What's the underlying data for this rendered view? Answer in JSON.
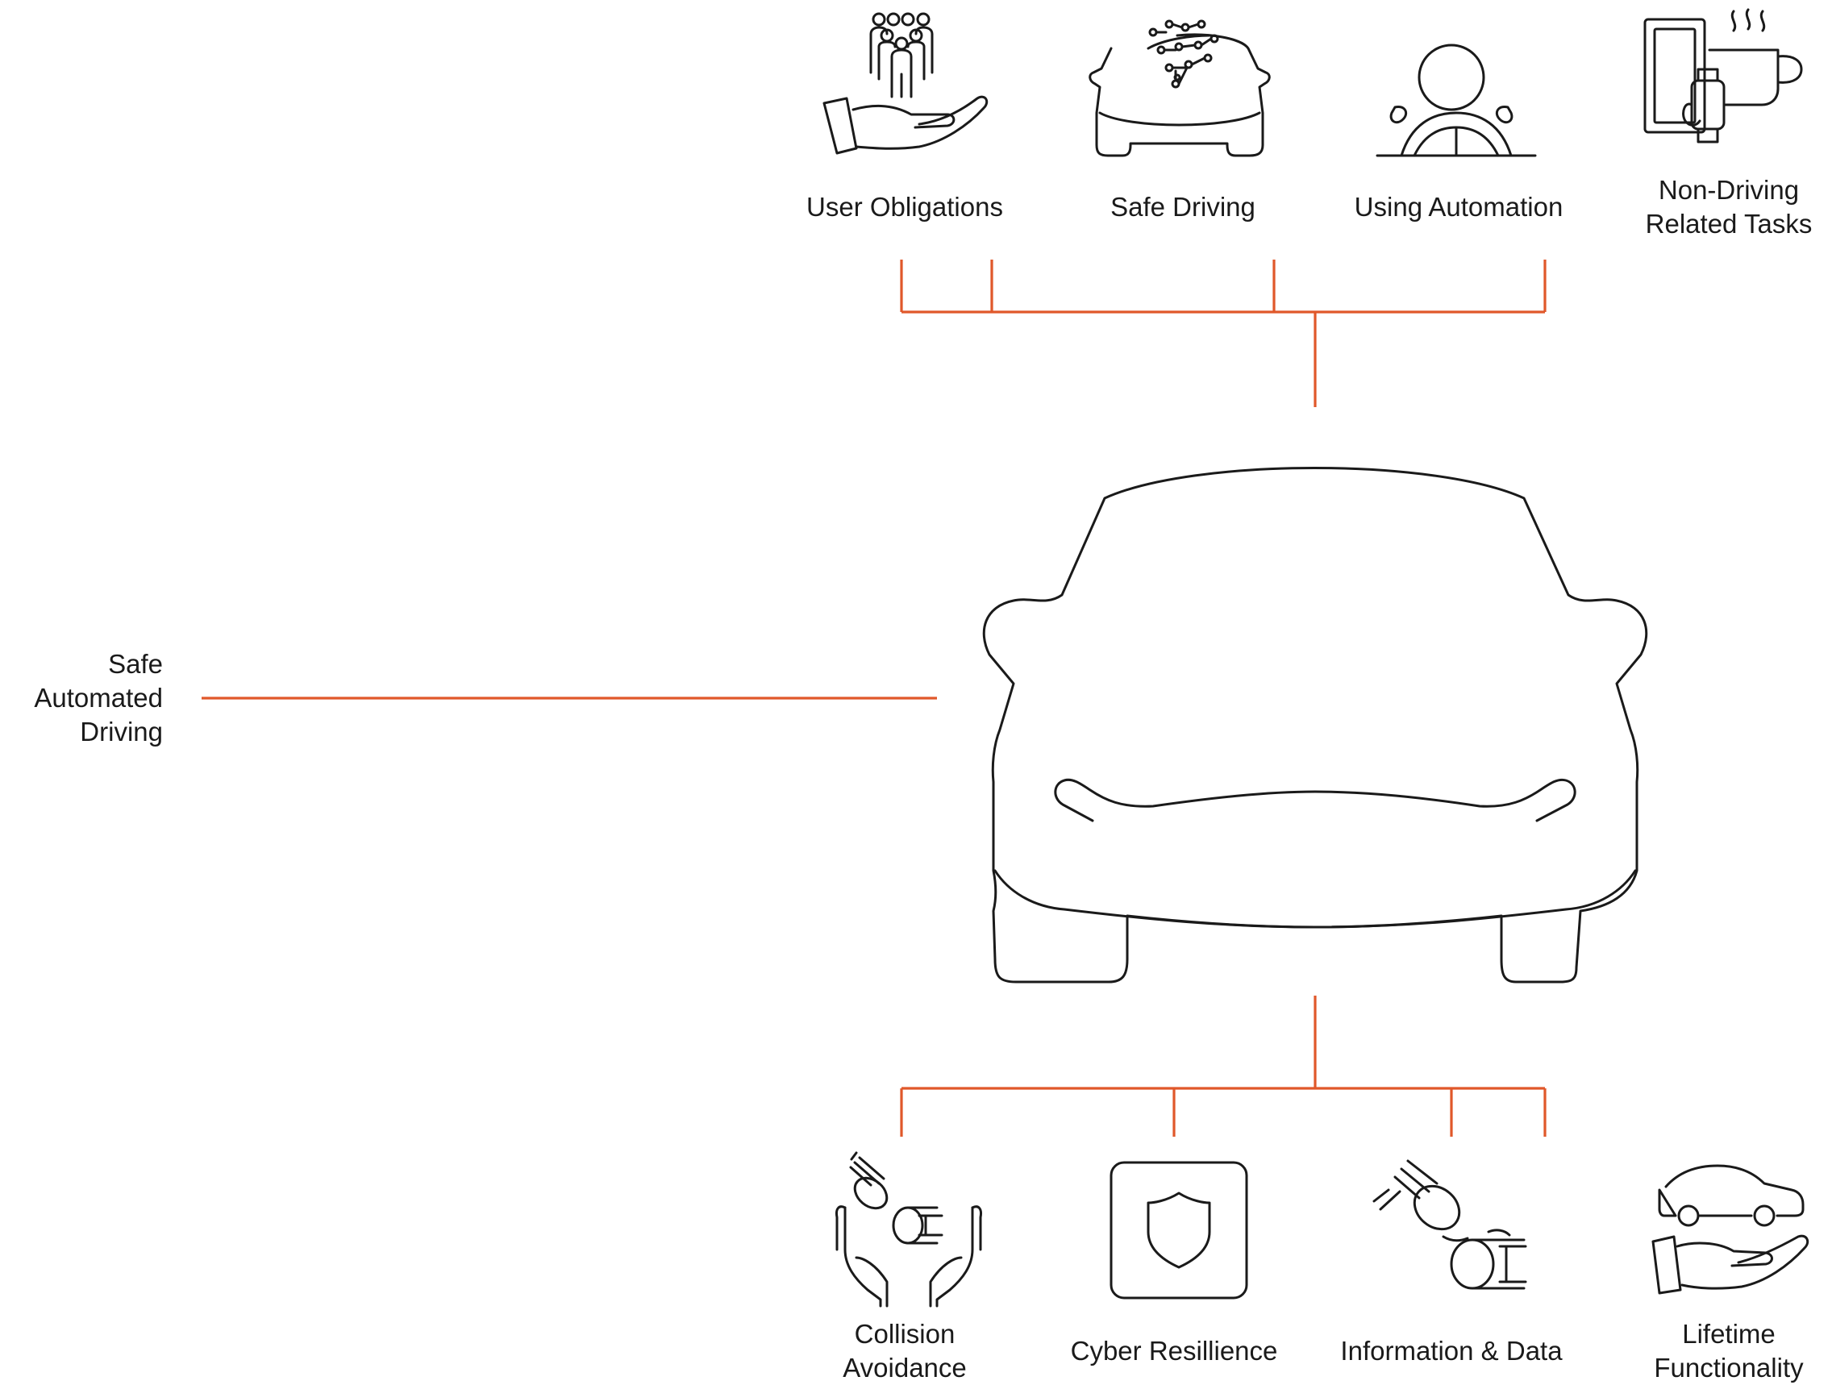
{
  "center": {
    "icon": "car-front-icon",
    "label_lines": [
      "Safe",
      "Automated",
      "Driving"
    ]
  },
  "top_items": [
    {
      "icon": "people-in-hand-icon",
      "label_lines": [
        "User Obligations"
      ]
    },
    {
      "icon": "car-with-circuit-brain-icon",
      "label_lines": [
        "Safe Driving"
      ]
    },
    {
      "icon": "driver-steering-wheel-icon",
      "label_lines": [
        "Using Automation"
      ]
    },
    {
      "icon": "phone-watch-coffee-icon",
      "label_lines": [
        "Non-Driving",
        "Related Tasks"
      ]
    }
  ],
  "bottom_items": [
    {
      "icon": "hands-holding-connector-icon",
      "label_lines": [
        "Collision",
        "Avoidance"
      ]
    },
    {
      "icon": "shield-square-icon",
      "label_lines": [
        "Cyber Resillience"
      ]
    },
    {
      "icon": "plug-connector-icon",
      "label_lines": [
        "Information & Data"
      ]
    },
    {
      "icon": "car-in-hand-icon",
      "label_lines": [
        "Lifetime",
        "Functionality"
      ]
    }
  ],
  "colors": {
    "connector": "#e0582a",
    "stroke": "#1a1a1a",
    "background": "#ffffff"
  }
}
